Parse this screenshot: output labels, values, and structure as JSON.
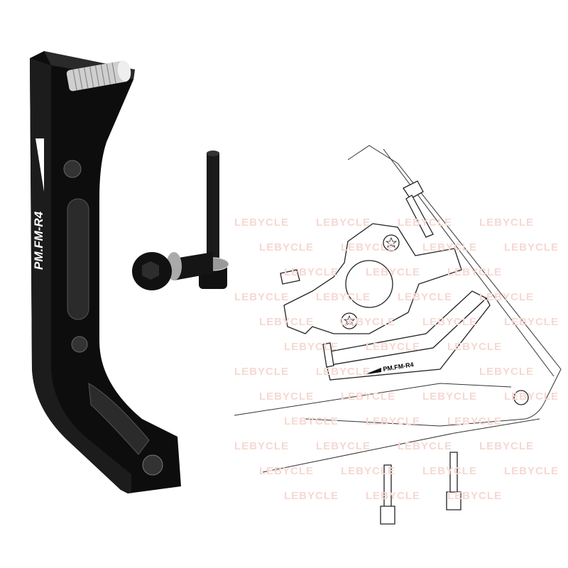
{
  "product": {
    "bracket_label": "PM.FM-R4",
    "diagram_label": "PM.FM-R4",
    "watermark": "LEBYCLE",
    "colors": {
      "bracket": "#0d0d0d",
      "label": "#ffffff",
      "watermark": "#f6d8d2"
    }
  }
}
